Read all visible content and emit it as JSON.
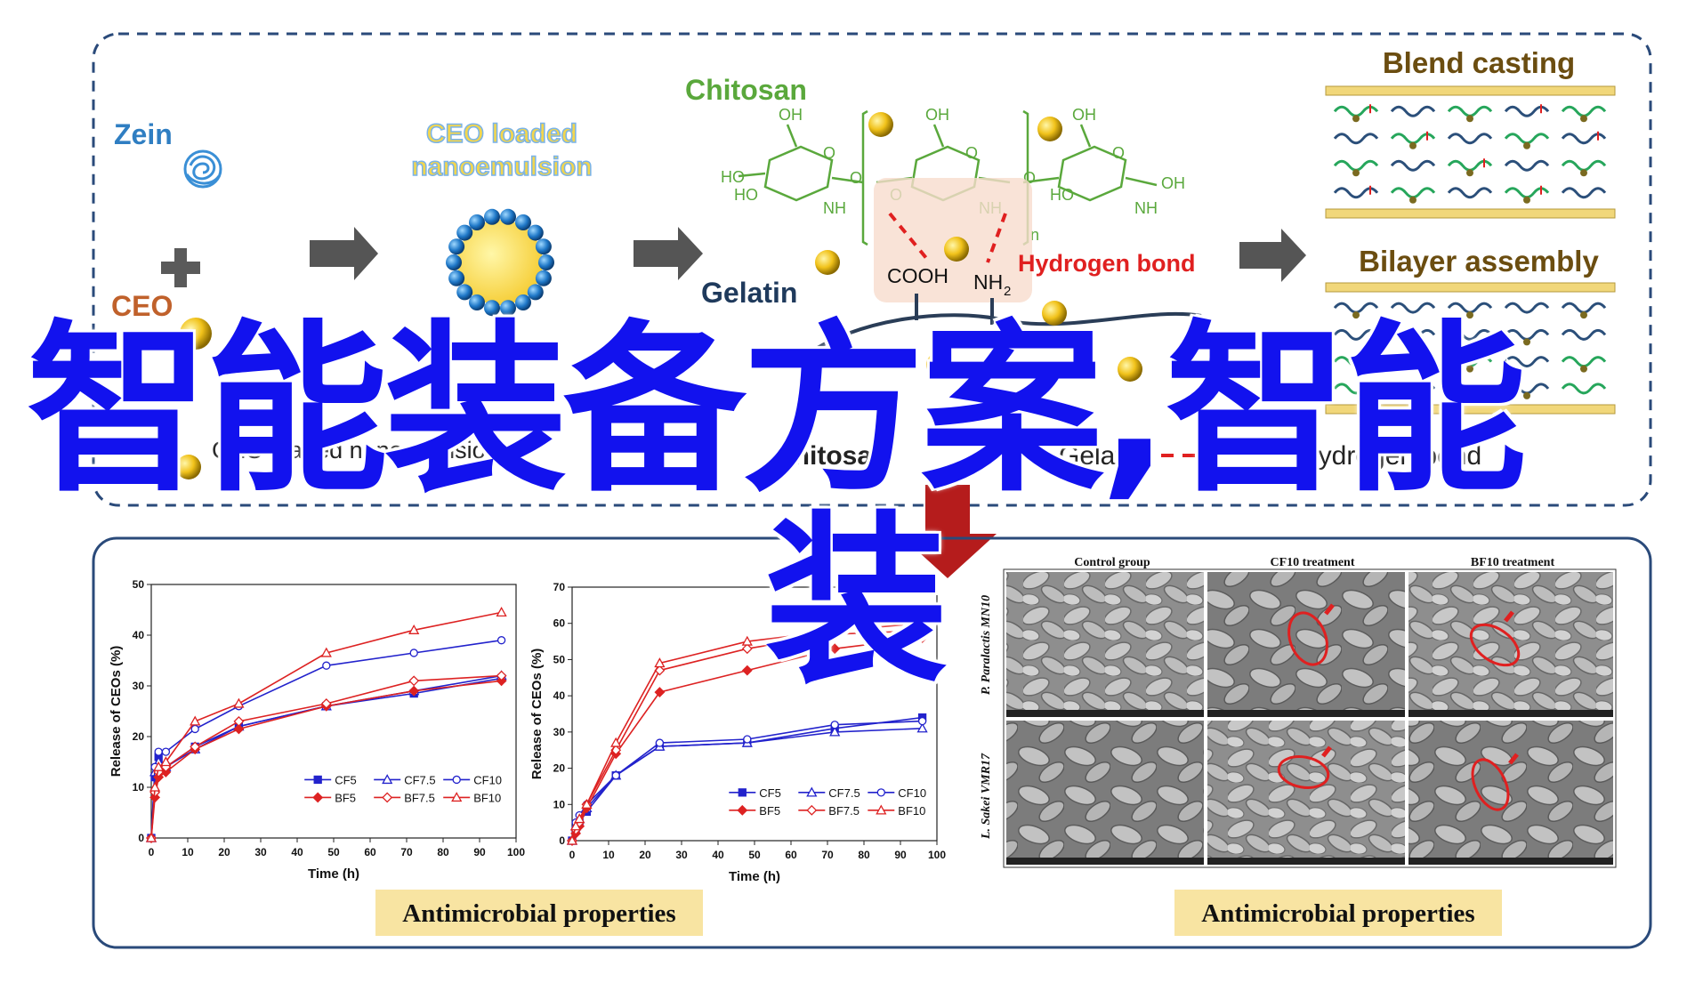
{
  "top_panel": {
    "zein_label": "Zein",
    "ceo_label": "CEO",
    "nanoemulsion_label_1": "CEO loaded",
    "nanoemulsion_label_2": "nanoemulsion",
    "chitosan_label": "Chitosan",
    "gelatin_label": "Gelatin",
    "hydrogen_bond_label": "Hydrogen bond",
    "cooh_label": "COOH",
    "nh2_label": "NH",
    "nh2_sub": "2",
    "repeat_n": "n",
    "blend_casting_label": "Blend casting",
    "bilayer_assembly_label": "Bilayer assembly",
    "legend_items": [
      "CEO loaded nanoemulsion",
      "Chitosan",
      "Gelatin",
      "Hydrogen bond"
    ],
    "colors": {
      "zein": "#2f7ec2",
      "ceo": "#c0612b",
      "chitosan": "#5aa83c",
      "gelatin": "#1f3a5c",
      "hbond": "#e02020",
      "title_dark": "#6b4d10",
      "bar": "#f1d77a",
      "border": "#2a4a7a"
    }
  },
  "overlay_text": {
    "line1": "智能装备方案,智能",
    "line2": "装"
  },
  "bottom_panel": {
    "caption_left": "Antimicrobial properties",
    "caption_right": "Antimicrobial properties",
    "sem": {
      "columns": [
        "Control group",
        "CF10 treatment",
        "BF10 treatment"
      ],
      "rows": [
        "P. Paralactis MN10",
        "L. Sakei VMR17"
      ]
    }
  },
  "chart_data": [
    {
      "type": "line",
      "xlabel": "Time (h)",
      "ylabel": "Release of CEOs (%)",
      "xlim": [
        0,
        100
      ],
      "ylim": [
        0,
        50
      ],
      "xticks": [
        "0",
        "10",
        "20",
        "30",
        "40",
        "50",
        "60",
        "70",
        "80",
        "90",
        "100"
      ],
      "yticks": [
        "0",
        "10",
        "20",
        "30",
        "40",
        "50"
      ],
      "x": [
        0,
        1,
        2,
        4,
        12,
        24,
        48,
        72,
        96
      ],
      "series": [
        {
          "name": "CF5",
          "color": "#2222cc",
          "marker": "square",
          "values": [
            0,
            12,
            16,
            14,
            18,
            22,
            26,
            28.5,
            31.5
          ]
        },
        {
          "name": "CF7.5",
          "color": "#2222cc",
          "marker": "tri",
          "values": [
            0,
            13,
            15,
            14,
            17.5,
            22,
            26,
            29,
            32
          ]
        },
        {
          "name": "CF10",
          "color": "#2222cc",
          "marker": "circle",
          "values": [
            0,
            14,
            17,
            17,
            21.5,
            26,
            34,
            36.5,
            39
          ]
        },
        {
          "name": "BF5",
          "color": "#dd2222",
          "marker": "diamond",
          "values": [
            0,
            8,
            12,
            13,
            17.5,
            21.5,
            26,
            29,
            31
          ]
        },
        {
          "name": "BF7.5",
          "color": "#dd2222",
          "marker": "diamondopen",
          "values": [
            0,
            9,
            13,
            14,
            18,
            23,
            26.5,
            31,
            32
          ]
        },
        {
          "name": "BF10",
          "color": "#dd2222",
          "marker": "tri",
          "values": [
            0,
            10,
            14,
            15,
            23,
            26.5,
            36.5,
            41,
            44.5
          ]
        }
      ],
      "legend": "center-right"
    },
    {
      "type": "line",
      "xlabel": "Time (h)",
      "ylabel": "Release of CEOs (%)",
      "xlim": [
        0,
        100
      ],
      "ylim": [
        0,
        70
      ],
      "xticks": [
        "0",
        "10",
        "20",
        "30",
        "40",
        "50",
        "60",
        "70",
        "80",
        "90",
        "100"
      ],
      "yticks": [
        "0",
        "10",
        "20",
        "30",
        "40",
        "50",
        "60",
        "70"
      ],
      "x": [
        0,
        1,
        2,
        4,
        12,
        24,
        48,
        72,
        96
      ],
      "series": [
        {
          "name": "CF5",
          "color": "#2222cc",
          "marker": "square",
          "values": [
            0,
            3,
            5,
            8,
            18,
            26,
            27,
            31,
            34
          ]
        },
        {
          "name": "CF7.5",
          "color": "#2222cc",
          "marker": "tri",
          "values": [
            0,
            4,
            6,
            9,
            18,
            26,
            27,
            30,
            31
          ]
        },
        {
          "name": "CF10",
          "color": "#2222cc",
          "marker": "circle",
          "values": [
            0,
            5,
            7,
            10,
            18,
            27,
            28,
            32,
            33
          ]
        },
        {
          "name": "BF5",
          "color": "#dd2222",
          "marker": "diamond",
          "values": [
            0,
            2,
            4,
            9,
            24,
            41,
            47,
            53,
            56
          ]
        },
        {
          "name": "BF7.5",
          "color": "#dd2222",
          "marker": "diamondopen",
          "values": [
            0,
            3,
            5,
            10,
            25,
            47,
            53,
            57,
            58
          ]
        },
        {
          "name": "BF10",
          "color": "#dd2222",
          "marker": "tri",
          "values": [
            0,
            4,
            6,
            10,
            27,
            49,
            55,
            58,
            60
          ]
        }
      ],
      "legend": "bottom-right"
    }
  ]
}
